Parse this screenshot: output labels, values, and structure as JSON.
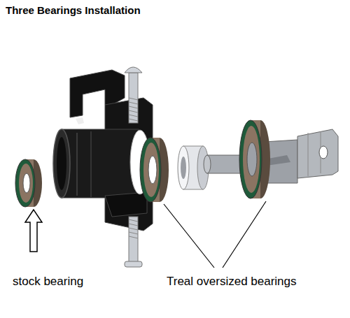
{
  "diagram": {
    "title": "Three Bearings Installation",
    "labels": [
      "stock bearing",
      "Treal oversized bearings"
    ]
  }
}
